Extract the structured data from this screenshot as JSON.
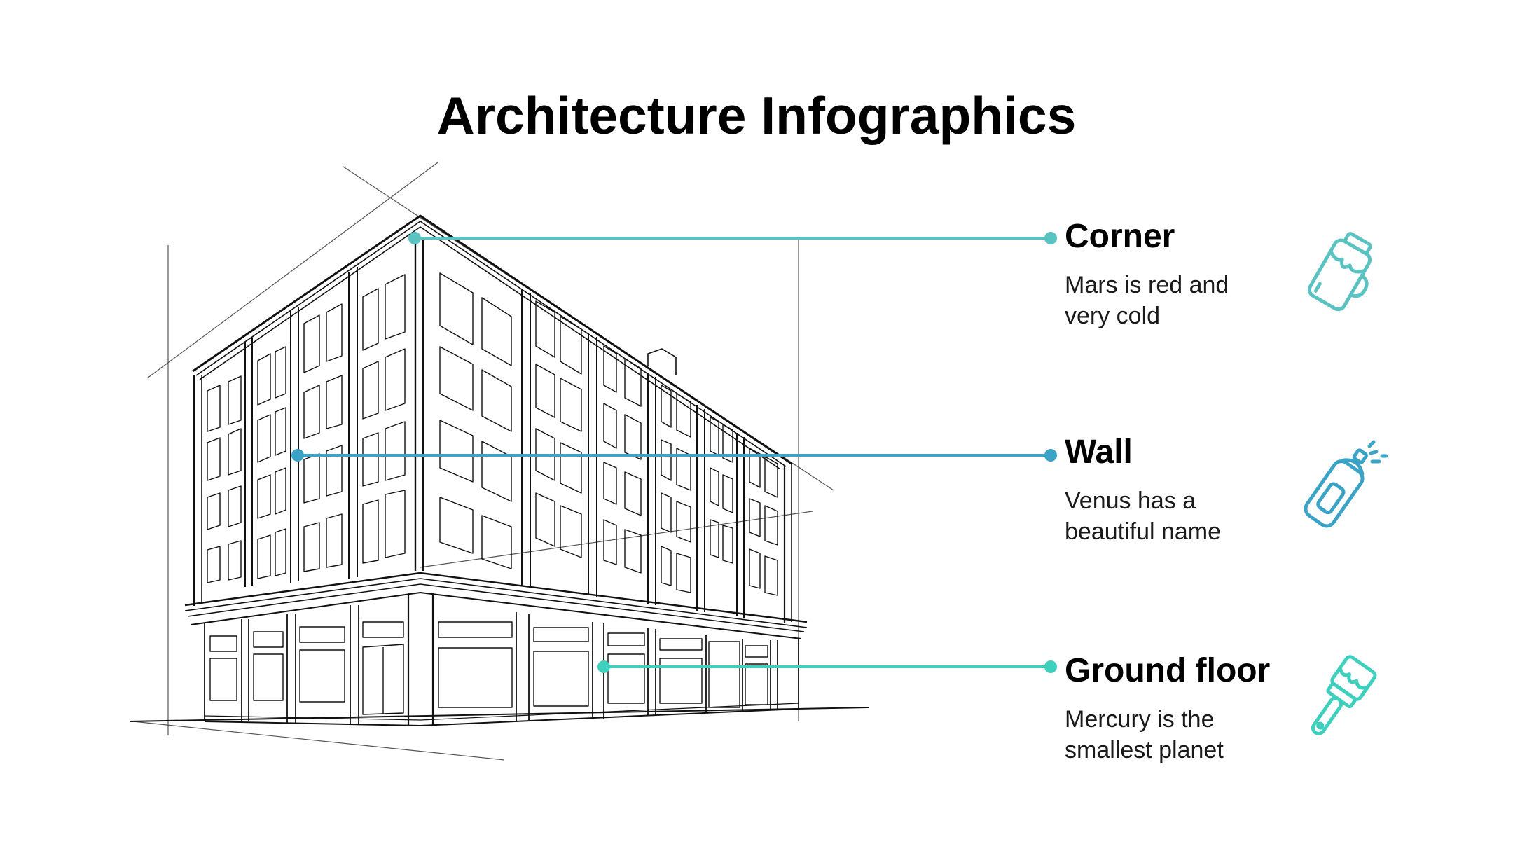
{
  "title": "Architecture Infographics",
  "items": [
    {
      "heading": "Corner",
      "description": "Mars is red and very cold",
      "color": "#5bc2c2",
      "icon": "paint-bucket-icon"
    },
    {
      "heading": "Wall",
      "description": "Venus has a beautiful name",
      "color": "#3aa3c6",
      "icon": "spray-can-icon"
    },
    {
      "heading": "Ground floor",
      "description": "Mercury is the smallest planet",
      "color": "#3fd0bd",
      "icon": "paint-brush-icon"
    }
  ]
}
